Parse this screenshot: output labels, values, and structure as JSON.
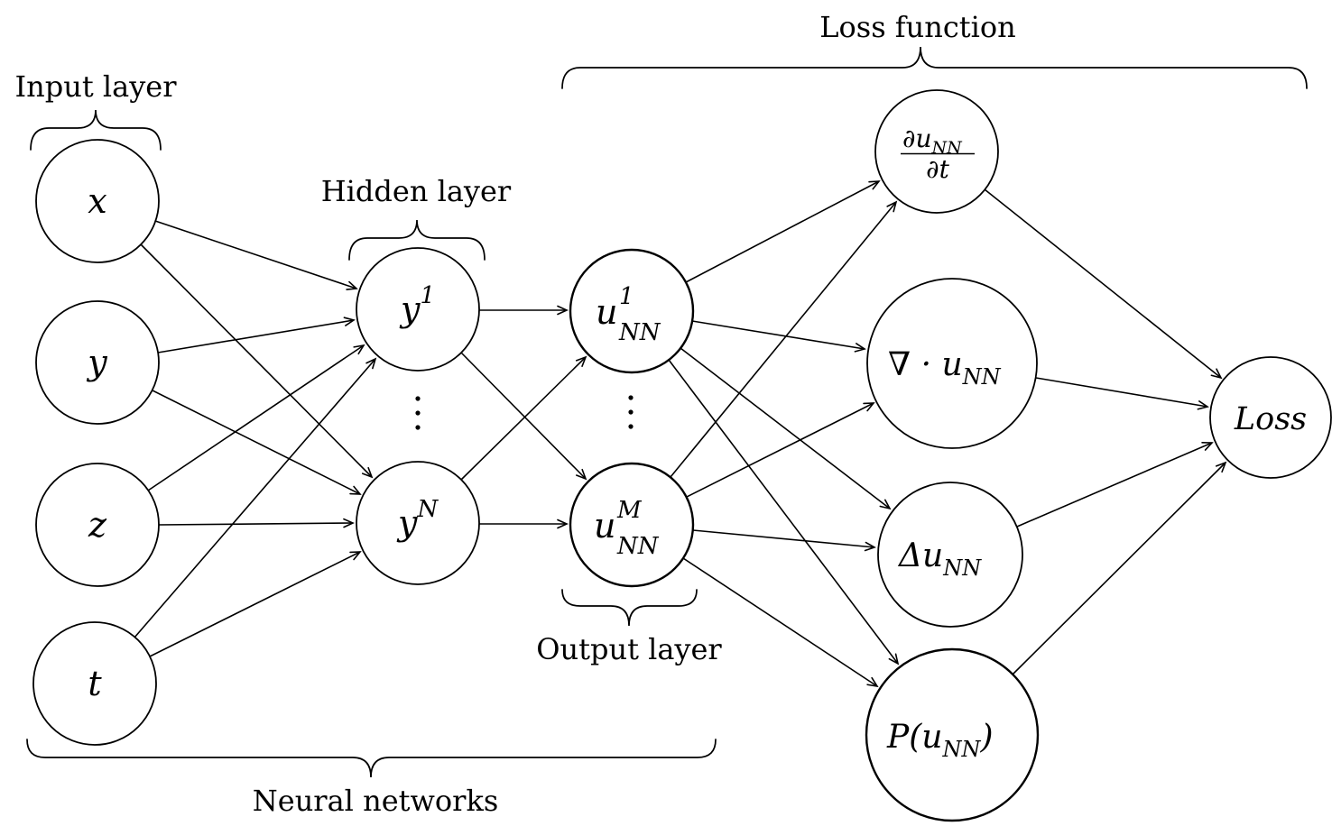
{
  "colors": {
    "background": "#FFFFFF",
    "stroke": "#000000",
    "node_fill": "#FFFFFF",
    "highlight_fill": "#21409E"
  },
  "section_labels": {
    "input_layer": "Input layer",
    "hidden_layer": "Hidden layer",
    "output_layer": "Output layer",
    "loss_function": "Loss function",
    "neural_networks": "Neural networks"
  },
  "nodes": {
    "x": {
      "label": "x"
    },
    "y": {
      "label": "y"
    },
    "z": {
      "label": "z"
    },
    "t": {
      "label": "t"
    },
    "y1": {
      "base": "y",
      "sup": "1"
    },
    "yN": {
      "base": "y",
      "sup": "N"
    },
    "u1": {
      "base": "u",
      "sup": "1",
      "sub": "NN"
    },
    "uM": {
      "base": "u",
      "sup": "M",
      "sub": "NN"
    },
    "dudt": {
      "numerator_base": "∂u",
      "numerator_sub": "NN",
      "denominator": "∂t"
    },
    "divu": {
      "base": "∇ · u",
      "sub": "NN"
    },
    "lapu": {
      "base": "Δu",
      "sub": "NN"
    },
    "pu": {
      "base": "P(u",
      "sub": "NN",
      "close": ")"
    },
    "loss": {
      "label": "Loss"
    }
  },
  "edges": [
    {
      "from": "x",
      "to": "y1"
    },
    {
      "from": "x",
      "to": "yN"
    },
    {
      "from": "y",
      "to": "y1"
    },
    {
      "from": "y",
      "to": "yN"
    },
    {
      "from": "z",
      "to": "y1"
    },
    {
      "from": "z",
      "to": "yN"
    },
    {
      "from": "t",
      "to": "y1"
    },
    {
      "from": "t",
      "to": "yN"
    },
    {
      "from": "y1",
      "to": "u1"
    },
    {
      "from": "y1",
      "to": "uM"
    },
    {
      "from": "yN",
      "to": "u1"
    },
    {
      "from": "yN",
      "to": "uM"
    },
    {
      "from": "u1",
      "to": "dudt"
    },
    {
      "from": "u1",
      "to": "divu"
    },
    {
      "from": "u1",
      "to": "lapu"
    },
    {
      "from": "u1",
      "to": "pu"
    },
    {
      "from": "uM",
      "to": "dudt"
    },
    {
      "from": "uM",
      "to": "divu"
    },
    {
      "from": "uM",
      "to": "lapu"
    },
    {
      "from": "uM",
      "to": "pu"
    },
    {
      "from": "dudt",
      "to": "loss"
    },
    {
      "from": "divu",
      "to": "loss"
    },
    {
      "from": "lapu",
      "to": "loss"
    },
    {
      "from": "pu",
      "to": "loss"
    }
  ]
}
